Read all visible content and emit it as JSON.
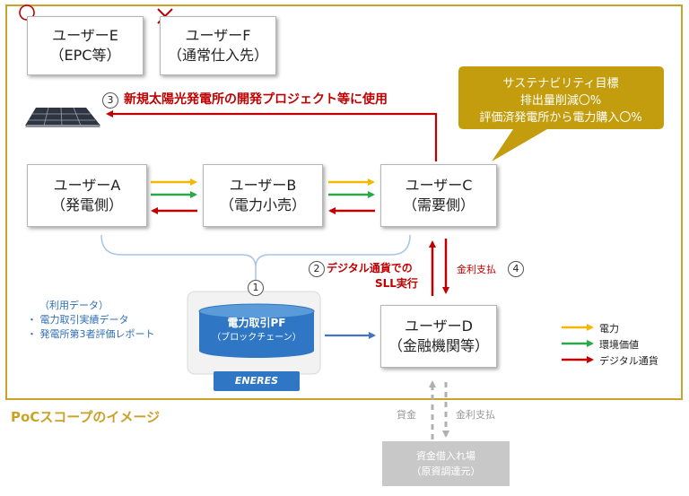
{
  "users": {
    "e": {
      "name": "ユーザーE",
      "role": "（EPC等）"
    },
    "f": {
      "name": "ユーザーF",
      "role": "（通常仕入先）"
    },
    "a": {
      "name": "ユーザーA",
      "role": "（発電側）"
    },
    "b": {
      "name": "ユーザーB",
      "role": "（電力小売）"
    },
    "c": {
      "name": "ユーザーC",
      "role": "（需要側）"
    },
    "d": {
      "name": "ユーザーD",
      "role": "（金融機関等）"
    }
  },
  "sustainability": {
    "title": "サステナビリティ目標",
    "line1": "排出量削減〇%",
    "line2": "評価済発電所から電力購入〇%"
  },
  "steps": {
    "s1": "1",
    "s2": "2",
    "s3": "3",
    "s4": "4",
    "s3_text": "新規太陽光発電所の開発プロジェクト等に使用",
    "s2_line1": "デジタル通貨での",
    "s2_line2": "SLL実行",
    "s4_text": "金利支払"
  },
  "data_used": {
    "heading": "（利用データ）",
    "items": [
      "・ 電力取引実績データ",
      "・ 発電所第3者評価レポート"
    ]
  },
  "platform": {
    "line1": "電力取引PF",
    "line2": "（ブロックチェーン）",
    "logo": "ENERES"
  },
  "legend": {
    "items": [
      {
        "label": "電力",
        "color": "#f5b800"
      },
      {
        "label": "環境価値",
        "color": "#2ca84a"
      },
      {
        "label": "デジタル通貨",
        "color": "#c00000"
      }
    ]
  },
  "scope_label": "PoCスコープのイメージ",
  "outside": {
    "loan": "貸金",
    "interest": "金利支払",
    "capital_line1": "資金借入れ場",
    "capital_line2": "（原資調達元）"
  },
  "colors": {
    "power": "#f5b800",
    "env": "#2ca84a",
    "digital": "#c00000",
    "scope_border": "#c9a227",
    "platform": "#2f77c4"
  }
}
